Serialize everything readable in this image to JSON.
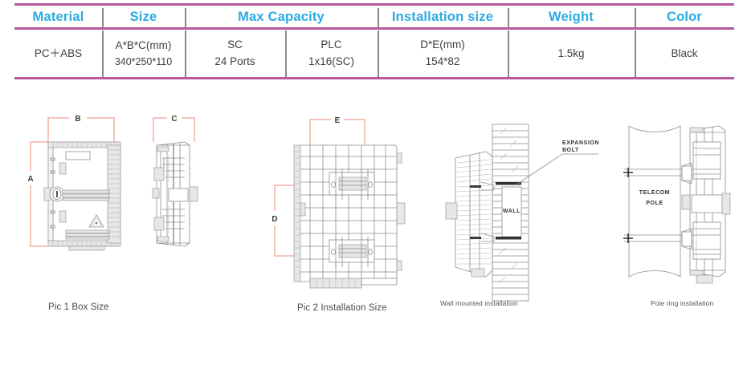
{
  "table": {
    "headers": [
      "Material",
      "Size",
      "Max Capacity",
      "Installation size",
      "Weight",
      "Color"
    ],
    "header_color": "#29abe2",
    "rule_color": "#b8599e",
    "cells": {
      "material": "PC＋ABS",
      "size_l1": "A*B*C(mm)",
      "size_l2": "340*250*110",
      "capacity_sc_l1": "SC",
      "capacity_sc_l2": "24 Ports",
      "capacity_plc_l1": "PLC",
      "capacity_plc_l2": "1x16(SC)",
      "install_l1": "D*E(mm)",
      "install_l2": "154*82",
      "weight": "1.5kg",
      "color": "Black"
    }
  },
  "figures": {
    "pic1": {
      "caption": "Pic 1 Box Size",
      "dimension_labels": [
        "A",
        "B",
        "C"
      ]
    },
    "pic2": {
      "caption": "Pic 2 Installation Size",
      "dimension_labels": [
        "D",
        "E"
      ]
    },
    "pic3": {
      "caption": "Wall mounted installation",
      "annotations": [
        "EXPANSION",
        "BOLT",
        "WALL"
      ]
    },
    "pic4": {
      "caption": "Pole ring installation",
      "annotations": [
        "TELECOM",
        "POLE"
      ]
    }
  },
  "colors": {
    "dimension_line": "#f2897a",
    "drawing_line": "#8d8d8d",
    "accent": "#29abe2",
    "rule": "#b8599e",
    "background": "#ffffff"
  }
}
